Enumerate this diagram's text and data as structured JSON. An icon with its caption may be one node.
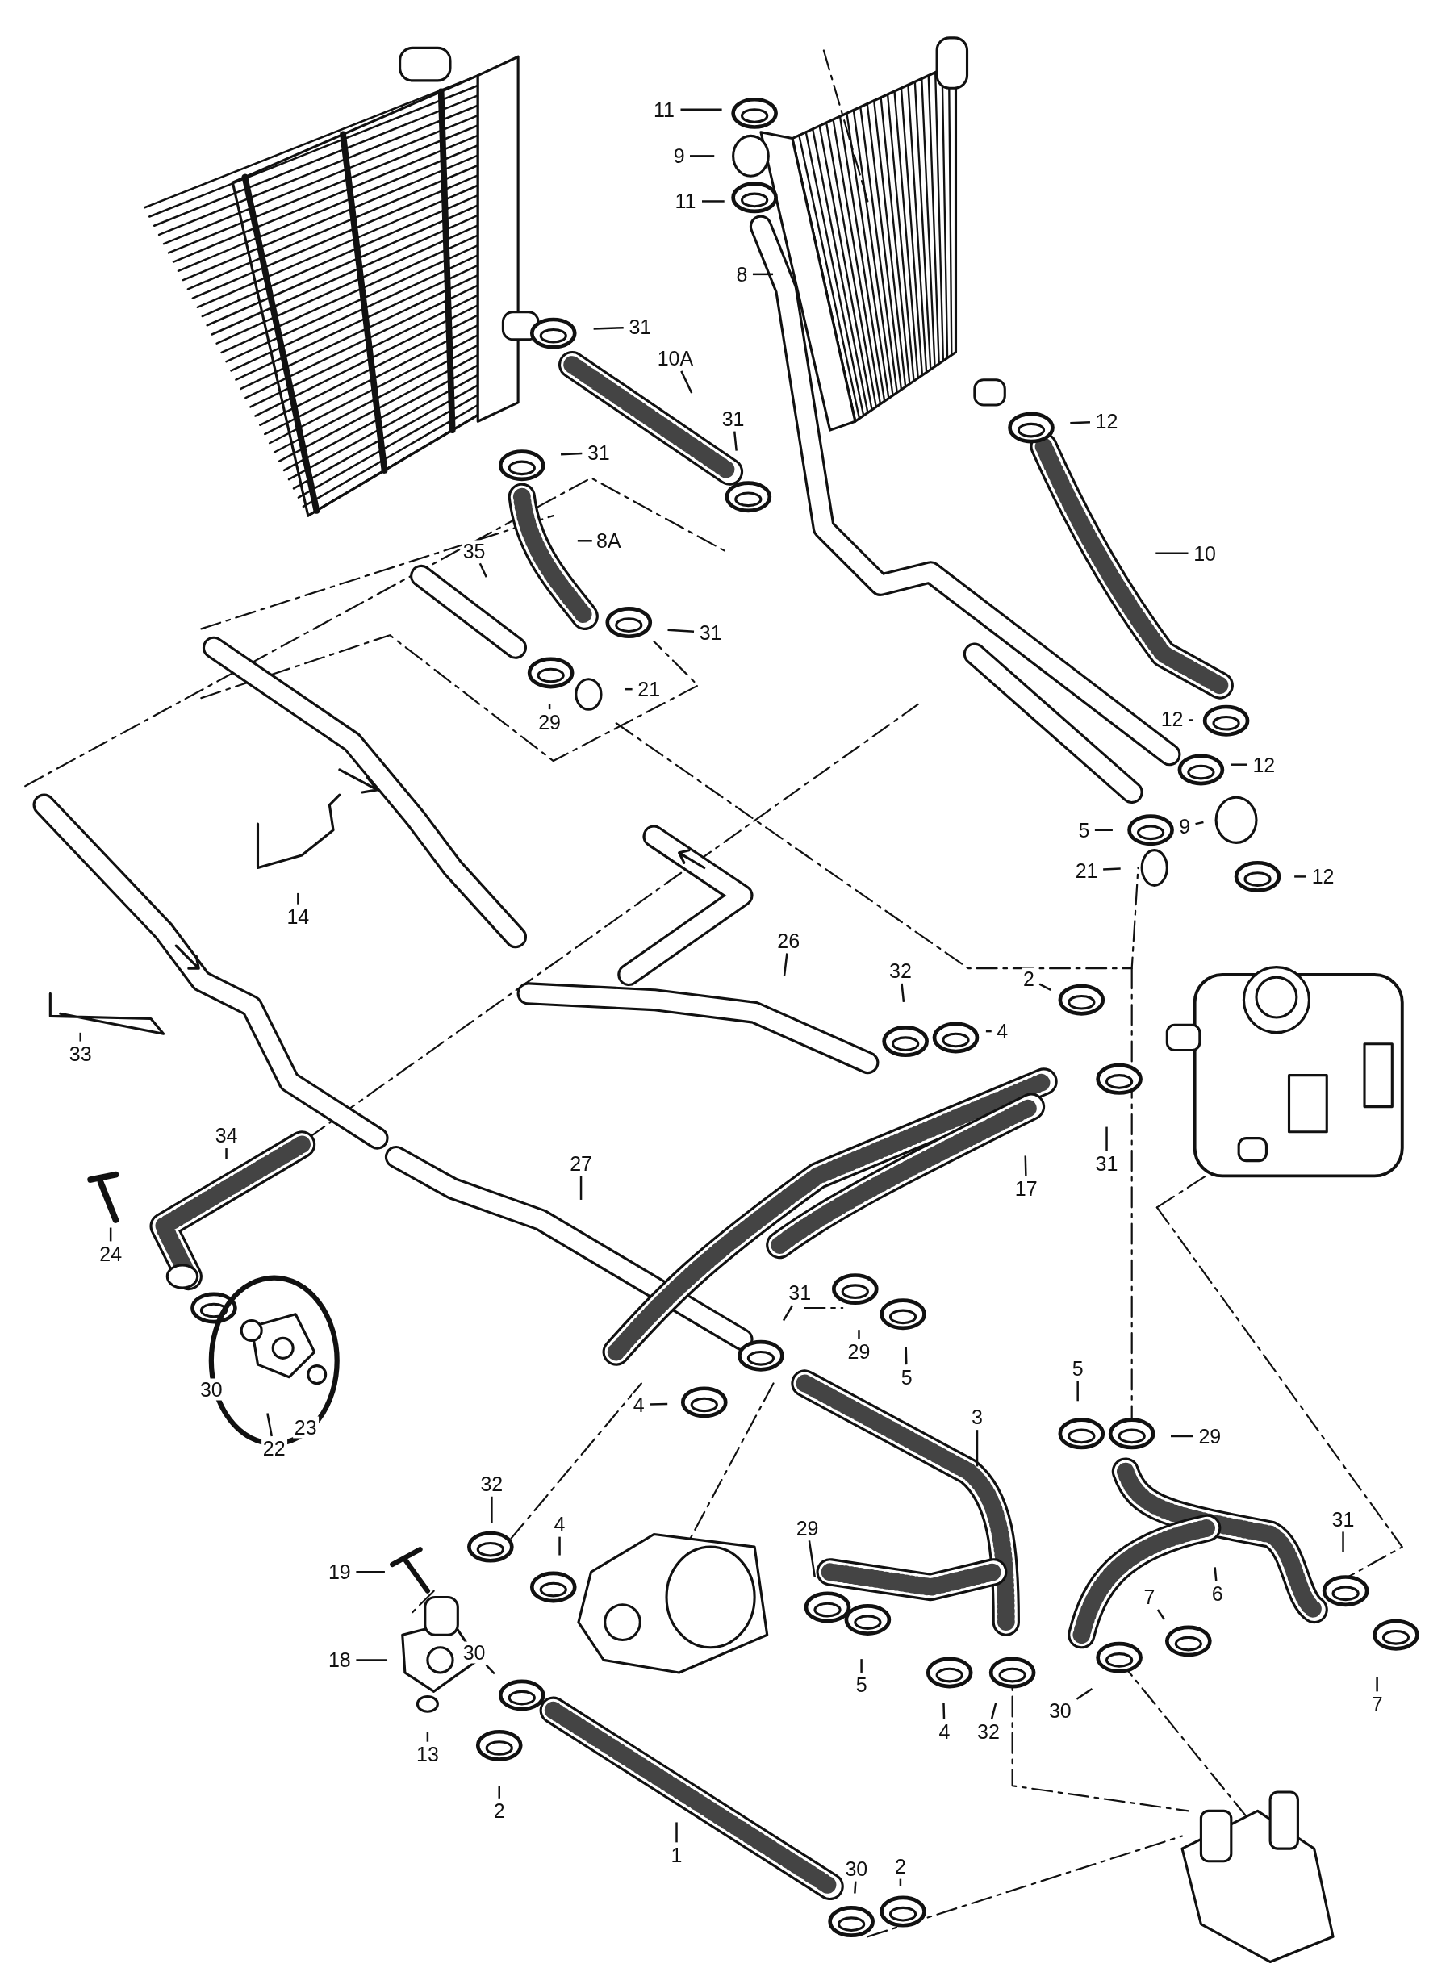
{
  "diagram": {
    "nodes": [
      {
        "text": [
          "11"
        ]
      },
      {
        "text": [
          "9"
        ]
      },
      {
        "text": [
          "11"
        ]
      },
      {
        "text": [
          "8"
        ]
      },
      {
        "text": [
          "31"
        ]
      },
      {
        "text": [
          "10A"
        ]
      },
      {
        "text": [
          "31"
        ]
      },
      {
        "text": [
          "12"
        ]
      },
      {
        "text": [
          "31"
        ]
      },
      {
        "text": [
          "8A"
        ]
      },
      {
        "text": [
          "10"
        ]
      },
      {
        "text": [
          "35"
        ]
      },
      {
        "text": [
          "31"
        ]
      },
      {
        "text": [
          "21"
        ]
      },
      {
        "text": [
          "29"
        ]
      },
      {
        "text": [
          "12"
        ]
      },
      {
        "text": [
          "12"
        ]
      },
      {
        "text": [
          "5"
        ]
      },
      {
        "text": [
          "9"
        ]
      },
      {
        "text": [
          "12"
        ]
      },
      {
        "text": [
          "21"
        ]
      },
      {
        "text": [
          "14"
        ]
      },
      {
        "text": [
          "26"
        ]
      },
      {
        "text": [
          "2"
        ]
      },
      {
        "text": [
          "32"
        ]
      },
      {
        "text": [
          "4"
        ]
      },
      {
        "text": [
          "33"
        ]
      },
      {
        "text": [
          "31"
        ]
      },
      {
        "text": [
          "17"
        ]
      },
      {
        "text": [
          "34"
        ]
      },
      {
        "text": [
          "27"
        ]
      },
      {
        "text": [
          "24"
        ]
      },
      {
        "text": [
          "31"
        ]
      },
      {
        "text": [
          "29"
        ]
      },
      {
        "text": [
          "5"
        ]
      },
      {
        "text": [
          "22"
        ]
      },
      {
        "text": [
          "3"
        ]
      },
      {
        "text": [
          "4"
        ]
      },
      {
        "text": [
          "5"
        ]
      },
      {
        "text": [
          "29"
        ]
      },
      {
        "text": [
          "32"
        ]
      },
      {
        "text": [
          "4"
        ]
      },
      {
        "text": [
          "29"
        ]
      },
      {
        "text": [
          "19"
        ]
      },
      {
        "text": [
          "31"
        ]
      },
      {
        "text": [
          "7"
        ]
      },
      {
        "text": [
          "6"
        ]
      },
      {
        "text": [
          "18"
        ]
      },
      {
        "text": [
          "30"
        ]
      },
      {
        "text": [
          "13"
        ]
      },
      {
        "text": [
          "5"
        ]
      },
      {
        "text": [
          "4"
        ]
      },
      {
        "text": [
          "32"
        ]
      },
      {
        "text": [
          "30"
        ]
      },
      {
        "text": [
          "7"
        ]
      },
      {
        "text": [
          "2"
        ]
      },
      {
        "text": [
          "1"
        ]
      },
      {
        "text": [
          "2"
        ]
      },
      {
        "text": [
          "30"
        ]
      },
      {
        "text": [
          "30"
        ]
      },
      {
        "text": [
          "23"
        ]
      }
    ],
    "edges": [
      {
        "from": 0,
        "to": null,
        "arrow": "none"
      },
      {
        "from": 1,
        "to": null,
        "arrow": "none"
      },
      {
        "from": 2,
        "to": null,
        "arrow": "none"
      },
      {
        "from": 3,
        "to": null,
        "arrow": "none"
      },
      {
        "from": 4,
        "to": null,
        "arrow": "none"
      },
      {
        "from": 5,
        "to": null,
        "arrow": "none"
      },
      {
        "from": 6,
        "to": null,
        "arrow": "none"
      },
      {
        "from": 7,
        "to": null,
        "arrow": "none"
      },
      {
        "from": 8,
        "to": null,
        "arrow": "none"
      },
      {
        "from": 9,
        "to": null,
        "arrow": "none"
      },
      {
        "from": 10,
        "to": null,
        "arrow": "none"
      },
      {
        "from": 11,
        "to": null,
        "arrow": "none"
      },
      {
        "from": 12,
        "to": null,
        "arrow": "none"
      },
      {
        "from": 13,
        "to": null,
        "arrow": "none"
      },
      {
        "from": 14,
        "to": null,
        "arrow": "none"
      },
      {
        "from": 15,
        "to": null,
        "arrow": "none"
      },
      {
        "from": 16,
        "to": null,
        "arrow": "none"
      },
      {
        "from": 17,
        "to": null,
        "arrow": "none"
      },
      {
        "from": 18,
        "to": null,
        "arrow": "none"
      },
      {
        "from": 19,
        "to": null,
        "arrow": "none"
      },
      {
        "from": 20,
        "to": null,
        "arrow": "none"
      },
      {
        "from": 21,
        "to": null,
        "arrow": "none"
      },
      {
        "from": 22,
        "to": null,
        "arrow": "none"
      },
      {
        "from": 23,
        "to": null,
        "arrow": "none"
      },
      {
        "from": 24,
        "to": null,
        "arrow": "none"
      },
      {
        "from": 25,
        "to": null,
        "arrow": "none"
      },
      {
        "from": 26,
        "to": null,
        "arrow": "none"
      },
      {
        "from": 27,
        "to": null,
        "arrow": "none"
      },
      {
        "from": 28,
        "to": null,
        "arrow": "none"
      },
      {
        "from": 29,
        "to": null,
        "arrow": "none"
      },
      {
        "from": 30,
        "to": null,
        "arrow": "none"
      },
      {
        "from": 31,
        "to": null,
        "arrow": "none"
      },
      {
        "from": 32,
        "to": null,
        "arrow": "none"
      },
      {
        "from": 33,
        "to": null,
        "arrow": "none"
      },
      {
        "from": 34,
        "to": null,
        "arrow": "none"
      },
      {
        "from": 35,
        "to": null,
        "arrow": "none"
      },
      {
        "from": 36,
        "to": null,
        "arrow": "none"
      },
      {
        "from": 37,
        "to": null,
        "arrow": "none"
      },
      {
        "from": 38,
        "to": null,
        "arrow": "none"
      },
      {
        "from": 39,
        "to": null,
        "arrow": "none"
      },
      {
        "from": 40,
        "to": null,
        "arrow": "none"
      },
      {
        "from": 41,
        "to": null,
        "arrow": "none"
      },
      {
        "from": 42,
        "to": null,
        "arrow": "none"
      },
      {
        "from": 43,
        "to": null,
        "arrow": "none"
      },
      {
        "from": 44,
        "to": null,
        "arrow": "none"
      },
      {
        "from": 45,
        "to": null,
        "arrow": "none"
      },
      {
        "from": 46,
        "to": null,
        "arrow": "none"
      },
      {
        "from": 47,
        "to": null,
        "arrow": "none"
      },
      {
        "from": 48,
        "to": null,
        "arrow": "none"
      },
      {
        "from": 49,
        "to": null,
        "arrow": "none"
      },
      {
        "from": 50,
        "to": null,
        "arrow": "none"
      },
      {
        "from": 51,
        "to": null,
        "arrow": "none"
      },
      {
        "from": 52,
        "to": null,
        "arrow": "none"
      },
      {
        "from": 53,
        "to": null,
        "arrow": "none"
      },
      {
        "from": 54,
        "to": null,
        "arrow": "none"
      },
      {
        "from": 55,
        "to": null,
        "arrow": "none"
      },
      {
        "from": 56,
        "to": null,
        "arrow": "none"
      },
      {
        "from": 57,
        "to": null,
        "arrow": "none"
      },
      {
        "from": 58,
        "to": null,
        "arrow": "none"
      }
    ]
  }
}
